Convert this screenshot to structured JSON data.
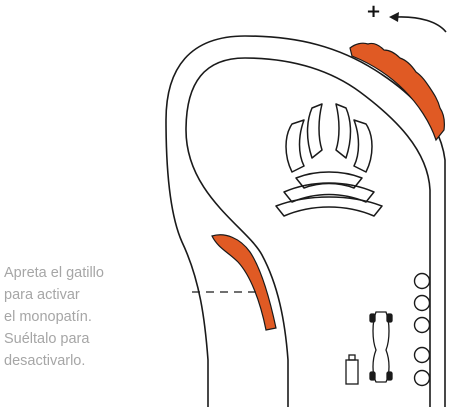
{
  "diagram": {
    "direction_symbol": "+",
    "caption_lines": [
      "Apreta el gatillo",
      "para activar",
      "el monopatín.",
      "Suéltalo para",
      "desactivarlo."
    ],
    "colors": {
      "outline": "#1a1a1a",
      "accent": "#e05a24",
      "caption": "#a6a6a6",
      "background": "#ffffff"
    },
    "icons": [
      "rotate-arrow-icon",
      "logo-mark-icon",
      "battery-icon",
      "board-icon",
      "led-indicator-icon"
    ],
    "battery_level_leds_count_visible": 5
  }
}
